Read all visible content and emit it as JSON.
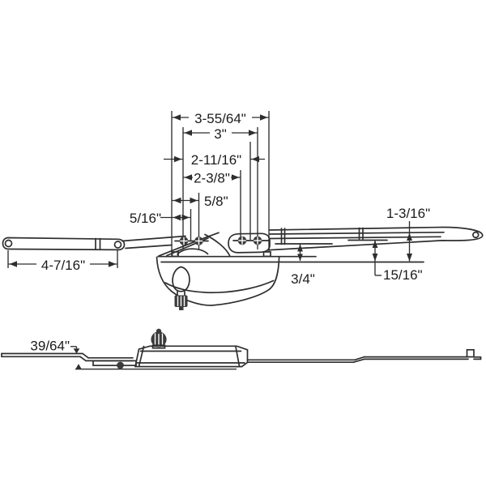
{
  "meta": {
    "description": "Technical line drawing of a dual-arm awning / casement window operator: front view with dimension callouts (top) and side profile view (bottom)"
  },
  "colors": {
    "background": "#ffffff",
    "line": "#2e2e2e",
    "text": "#1c1c1c",
    "screw_fill": "#3c3c3c"
  },
  "labels": {
    "dim_overall": "3-55/64\"",
    "dim_3": "3\"",
    "dim_2_11_16": "2-11/16\"",
    "dim_2_3_8": "2-3/8\"",
    "dim_5_8": "5/8\"",
    "dim_5_16": "5/16\"",
    "dim_1_3_16": "1-3/16\"",
    "dim_4_7_16": "4-7/16\"",
    "dim_3_4": "3/4\"",
    "dim_15_16": "15/16\"",
    "dim_39_64": "39/64\""
  }
}
